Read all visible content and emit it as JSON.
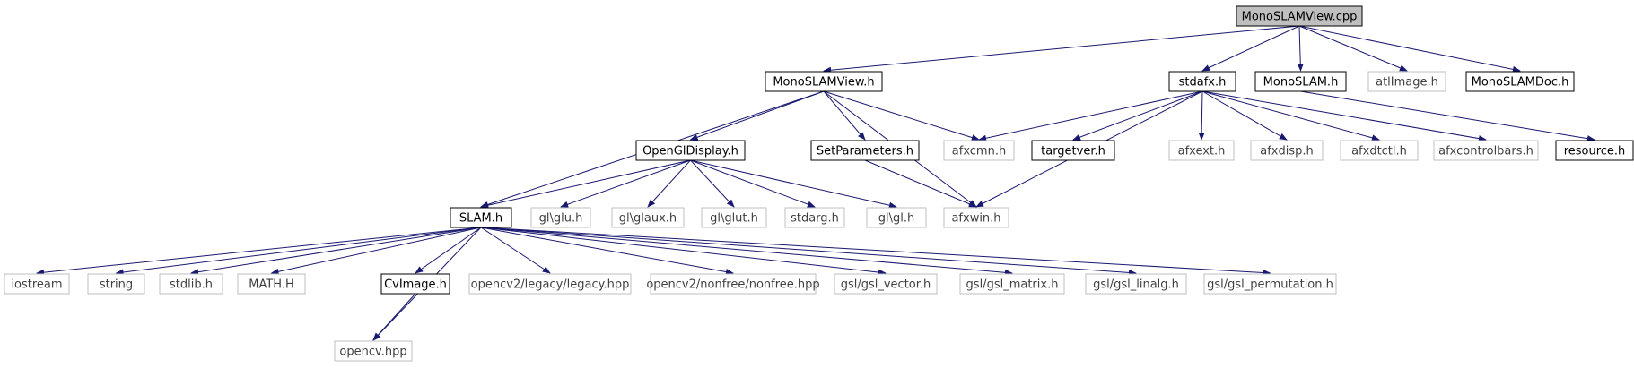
{
  "graph": {
    "colors": {
      "edge": "#191970",
      "box_documented": "#000000",
      "box_external": "#bfbfbf",
      "root_fill": "#bfbfbf",
      "text_documented": "#000000",
      "text_external": "#404040"
    },
    "nodes": [
      {
        "id": "root",
        "label": "MonoSLAMView.cpp",
        "style": "root"
      },
      {
        "id": "monoslamview_h",
        "label": "MonoSLAMView.h",
        "style": "documented"
      },
      {
        "id": "stdafx_h",
        "label": "stdafx.h",
        "style": "documented"
      },
      {
        "id": "monoslam_h",
        "label": "MonoSLAM.h",
        "style": "documented"
      },
      {
        "id": "atlimage_h",
        "label": "atlImage.h",
        "style": "external"
      },
      {
        "id": "monoslamdoc_h",
        "label": "MonoSLAMDoc.h",
        "style": "documented"
      },
      {
        "id": "openglDisplay_h",
        "label": "OpenGlDisplay.h",
        "style": "documented"
      },
      {
        "id": "setparameters_h",
        "label": "SetParameters.h",
        "style": "documented"
      },
      {
        "id": "afxcmn_h",
        "label": "afxcmn.h",
        "style": "external"
      },
      {
        "id": "targetver_h",
        "label": "targetver.h",
        "style": "documented"
      },
      {
        "id": "afxext_h",
        "label": "afxext.h",
        "style": "external"
      },
      {
        "id": "afxdisp_h",
        "label": "afxdisp.h",
        "style": "external"
      },
      {
        "id": "afxdtctl_h",
        "label": "afxdtctl.h",
        "style": "external"
      },
      {
        "id": "afxcontrolbars_h",
        "label": "afxcontrolbars.h",
        "style": "external"
      },
      {
        "id": "resource_h",
        "label": "resource.h",
        "style": "documented"
      },
      {
        "id": "slam_h",
        "label": "SLAM.h",
        "style": "documented"
      },
      {
        "id": "glu_h",
        "label": "gl\\glu.h",
        "style": "external"
      },
      {
        "id": "glaux_h",
        "label": "gl\\glaux.h",
        "style": "external"
      },
      {
        "id": "glut_h",
        "label": "gl\\glut.h",
        "style": "external"
      },
      {
        "id": "stdarg_h",
        "label": "stdarg.h",
        "style": "external"
      },
      {
        "id": "gl_h",
        "label": "gl\\gl.h",
        "style": "external"
      },
      {
        "id": "afxwin_h",
        "label": "afxwin.h",
        "style": "external"
      },
      {
        "id": "iostream",
        "label": "iostream",
        "style": "external"
      },
      {
        "id": "string",
        "label": "string",
        "style": "external"
      },
      {
        "id": "stdlib_h",
        "label": "stdlib.h",
        "style": "external"
      },
      {
        "id": "math_h",
        "label": "MATH.H",
        "style": "external"
      },
      {
        "id": "cvimage_h",
        "label": "CvImage.h",
        "style": "documented"
      },
      {
        "id": "legacy_hpp",
        "label": "opencv2/legacy/legacy.hpp",
        "style": "external"
      },
      {
        "id": "nonfree_hpp",
        "label": "opencv2/nonfree/nonfree.hpp",
        "style": "external"
      },
      {
        "id": "gsl_vector_h",
        "label": "gsl/gsl_vector.h",
        "style": "external"
      },
      {
        "id": "gsl_matrix_h",
        "label": "gsl/gsl_matrix.h",
        "style": "external"
      },
      {
        "id": "gsl_linalg_h",
        "label": "gsl/gsl_linalg.h",
        "style": "external"
      },
      {
        "id": "gsl_permutation_h",
        "label": "gsl/gsl_permutation.h",
        "style": "external"
      },
      {
        "id": "opencv_hpp",
        "label": "opencv.hpp",
        "style": "external"
      }
    ],
    "edges": [
      [
        "root",
        "monoslamview_h"
      ],
      [
        "root",
        "stdafx_h"
      ],
      [
        "root",
        "monoslam_h"
      ],
      [
        "root",
        "atlimage_h"
      ],
      [
        "root",
        "monoslamdoc_h"
      ],
      [
        "monoslamview_h",
        "slam_h"
      ],
      [
        "monoslamview_h",
        "openglDisplay_h"
      ],
      [
        "monoslamview_h",
        "setparameters_h"
      ],
      [
        "monoslamview_h",
        "afxcmn_h"
      ],
      [
        "monoslamview_h",
        "afxwin_h"
      ],
      [
        "stdafx_h",
        "afxcmn_h"
      ],
      [
        "stdafx_h",
        "targetver_h"
      ],
      [
        "stdafx_h",
        "afxext_h"
      ],
      [
        "stdafx_h",
        "afxdisp_h"
      ],
      [
        "stdafx_h",
        "afxdtctl_h"
      ],
      [
        "stdafx_h",
        "afxcontrolbars_h"
      ],
      [
        "stdafx_h",
        "afxwin_h"
      ],
      [
        "monoslam_h",
        "resource_h"
      ],
      [
        "openglDisplay_h",
        "slam_h"
      ],
      [
        "openglDisplay_h",
        "glu_h"
      ],
      [
        "openglDisplay_h",
        "glaux_h"
      ],
      [
        "openglDisplay_h",
        "glut_h"
      ],
      [
        "openglDisplay_h",
        "stdarg_h"
      ],
      [
        "openglDisplay_h",
        "gl_h"
      ],
      [
        "setparameters_h",
        "afxwin_h"
      ],
      [
        "slam_h",
        "iostream"
      ],
      [
        "slam_h",
        "string"
      ],
      [
        "slam_h",
        "stdlib_h"
      ],
      [
        "slam_h",
        "math_h"
      ],
      [
        "slam_h",
        "cvimage_h"
      ],
      [
        "slam_h",
        "legacy_hpp"
      ],
      [
        "slam_h",
        "nonfree_hpp"
      ],
      [
        "slam_h",
        "gsl_vector_h"
      ],
      [
        "slam_h",
        "gsl_matrix_h"
      ],
      [
        "slam_h",
        "gsl_linalg_h"
      ],
      [
        "slam_h",
        "gsl_permutation_h"
      ],
      [
        "slam_h",
        "opencv_hpp"
      ],
      [
        "cvimage_h",
        "opencv_hpp"
      ]
    ]
  }
}
